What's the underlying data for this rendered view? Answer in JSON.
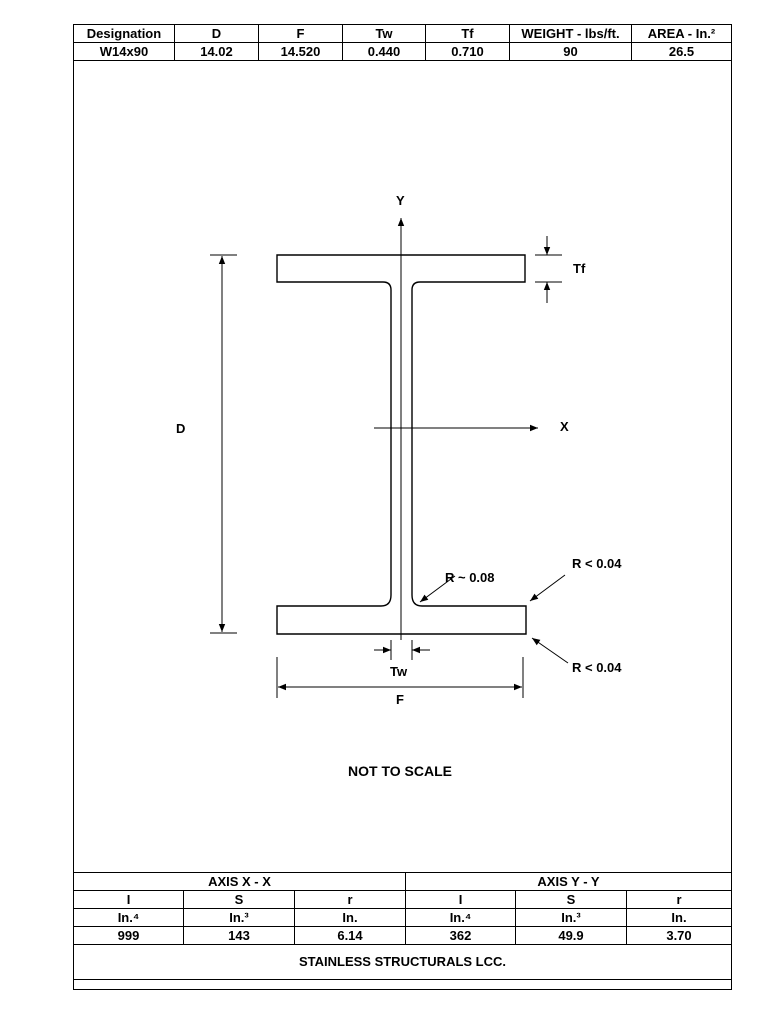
{
  "properties": {
    "headers": [
      "Designation",
      "D",
      "F",
      "Tw",
      "Tf",
      "WEIGHT - lbs/ft.",
      "AREA - In.²"
    ],
    "values": [
      "W14x90",
      "14.02",
      "14.520",
      "0.440",
      "0.710",
      "90",
      "26.5"
    ]
  },
  "diagram": {
    "axis_y": "Y",
    "axis_x": "X",
    "dim_d": "D",
    "dim_f": "F",
    "dim_tw": "Tw",
    "dim_tf": "Tf",
    "fillet_radius": "R ~ 0.08",
    "edge_radius_top": "R < 0.04",
    "edge_radius_bottom": "R < 0.04",
    "note": "NOT TO SCALE"
  },
  "axes_table": {
    "axis_xx": "AXIS X - X",
    "axis_yy": "AXIS  Y - Y",
    "columns": [
      "I",
      "S",
      "r",
      "I",
      "S",
      "r"
    ],
    "units": [
      "In.⁴",
      "In.³",
      "In.",
      "In.⁴",
      "In.³",
      "In."
    ],
    "values": [
      "999",
      "143",
      "6.14",
      "362",
      "49.9",
      "3.70"
    ]
  },
  "footer": {
    "company": "STAINLESS STRUCTURALS LCC."
  }
}
